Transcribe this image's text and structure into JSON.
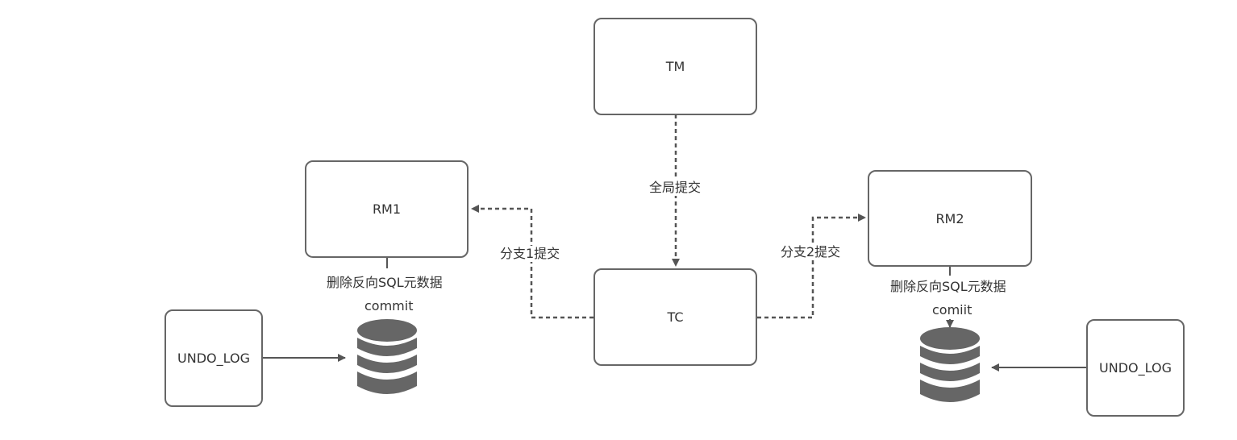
{
  "nodes": {
    "tm": "TM",
    "tc": "TC",
    "rm1": "RM1",
    "rm2": "RM2",
    "undo_left": "UNDO_LOG",
    "undo_right": "UNDO_LOG"
  },
  "edges": {
    "global_commit": "全局提交",
    "branch1_commit": "分支1提交",
    "branch2_commit": "分支2提交"
  },
  "rm1_side": {
    "action": "删除反向SQL元数据",
    "commit": "commit"
  },
  "rm2_side": {
    "action": "删除反向SQL元数据",
    "commit": "comiit"
  },
  "colors": {
    "stroke": "#666666",
    "database": "#666666",
    "text": "#333333"
  }
}
